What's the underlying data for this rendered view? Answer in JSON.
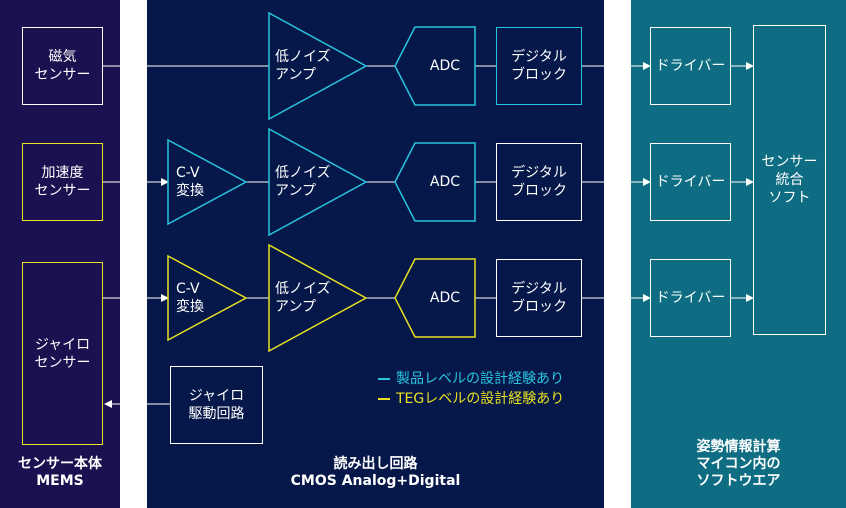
{
  "panels": {
    "mems_title": "センサー本体\nMEMS",
    "readout_title": "読み出し回路\nCMOS Analog+Digital",
    "software_title": "姿勢情報計算\nマイコン内の\nソフトウエア"
  },
  "sensors": {
    "mag": "磁気\nセンサー",
    "accel": "加速度\nセンサー",
    "gyro": "ジャイロ\nセンサー"
  },
  "blocks": {
    "cv": "C-V\n変換",
    "lna": "低ノイズ\nアンプ",
    "adc": "ADC",
    "digital": "デジタル\nブロック",
    "gyro_drive": "ジャイロ\n駆動回路",
    "driver": "ドライバー",
    "fusion": "センサー\n統合\nソフト"
  },
  "legend": {
    "product": "製品レベルの設計経験あり",
    "teg": "TEGレベルの設計経験あり"
  },
  "colors": {
    "product": "#29c4de",
    "teg": "#e8e020",
    "neutral": "#ffffff"
  }
}
